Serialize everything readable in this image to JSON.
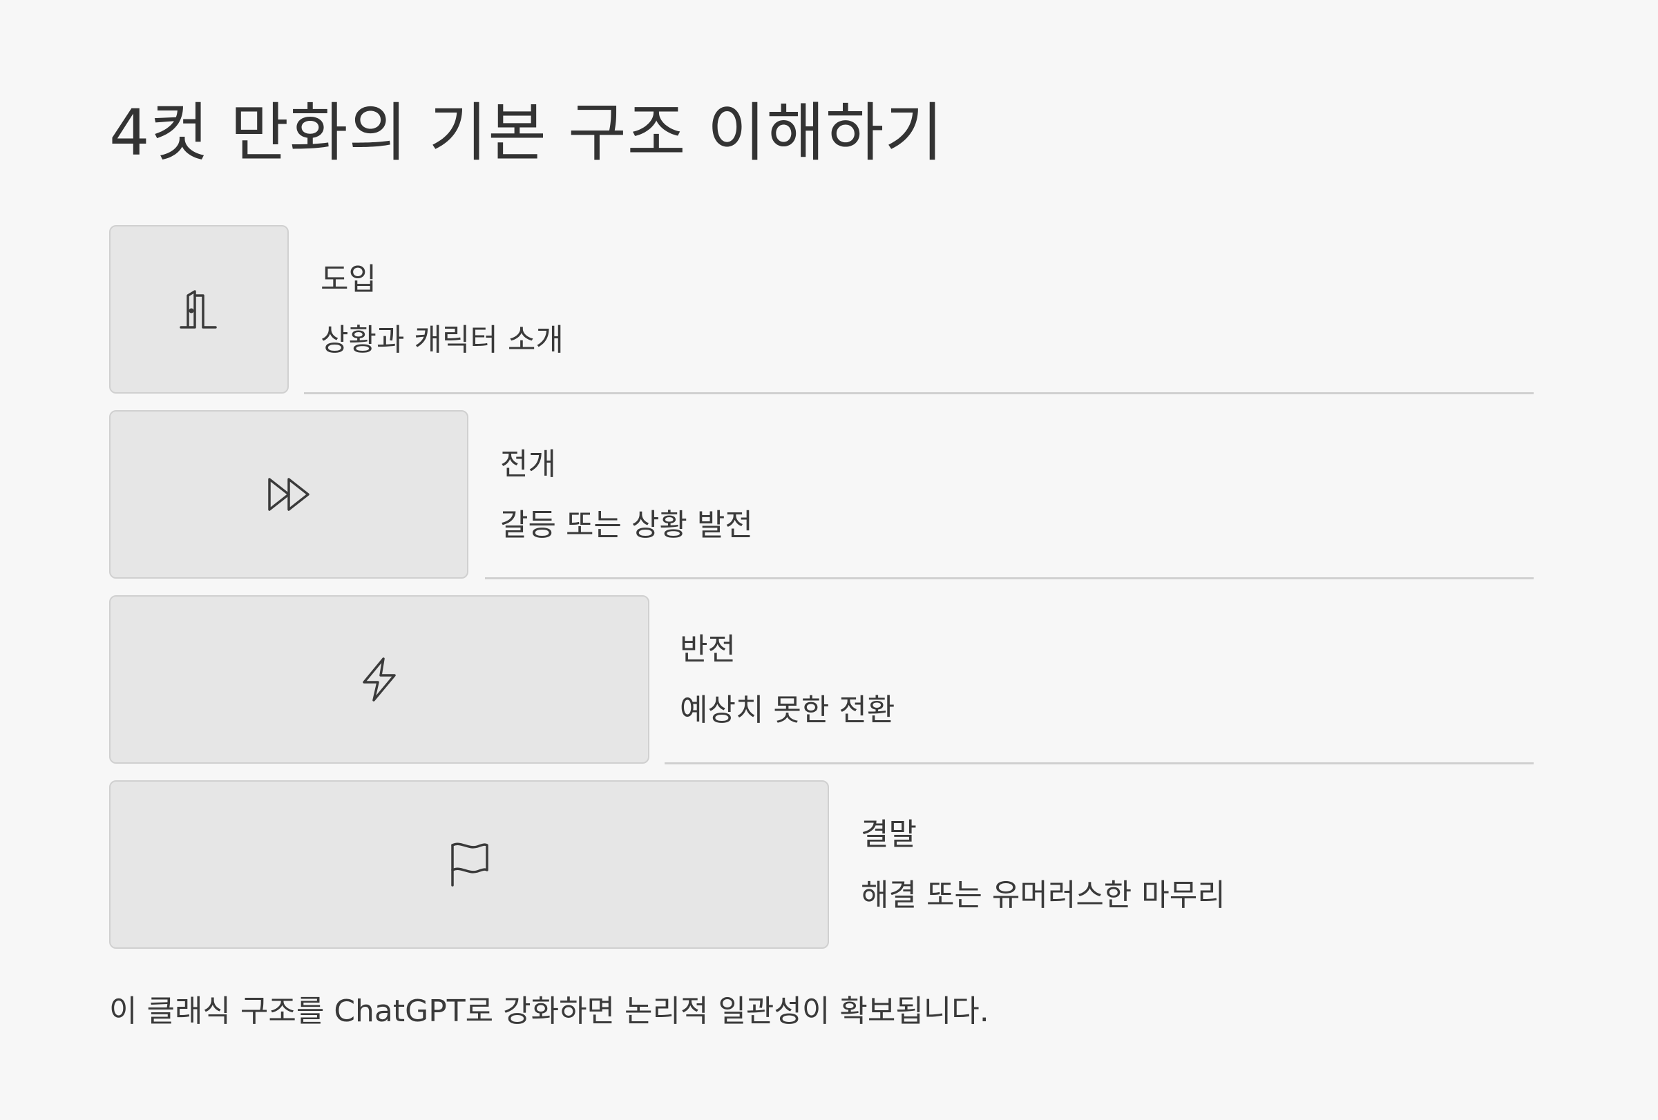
{
  "title": "4컷 만화의 기본 구조 이해하기",
  "steps": [
    {
      "label": "도입",
      "description": "상황과 캐릭터 소개",
      "icon": "door-icon"
    },
    {
      "label": "전개",
      "description": "갈등 또는 상황 발전",
      "icon": "fast-forward-icon"
    },
    {
      "label": "반전",
      "description": "예상치 못한 전환",
      "icon": "lightning-icon"
    },
    {
      "label": "결말",
      "description": "해결 또는 유머러스한 마무리",
      "icon": "flag-icon"
    }
  ],
  "footer": "이 클래식 구조를 ChatGPT로 강화하면 논리적 일관성이 확보됩니다.",
  "colors": {
    "background": "#f7f7f7",
    "box": "#e6e6e6",
    "border": "#d0d0d0",
    "text": "#3a3a3a"
  }
}
